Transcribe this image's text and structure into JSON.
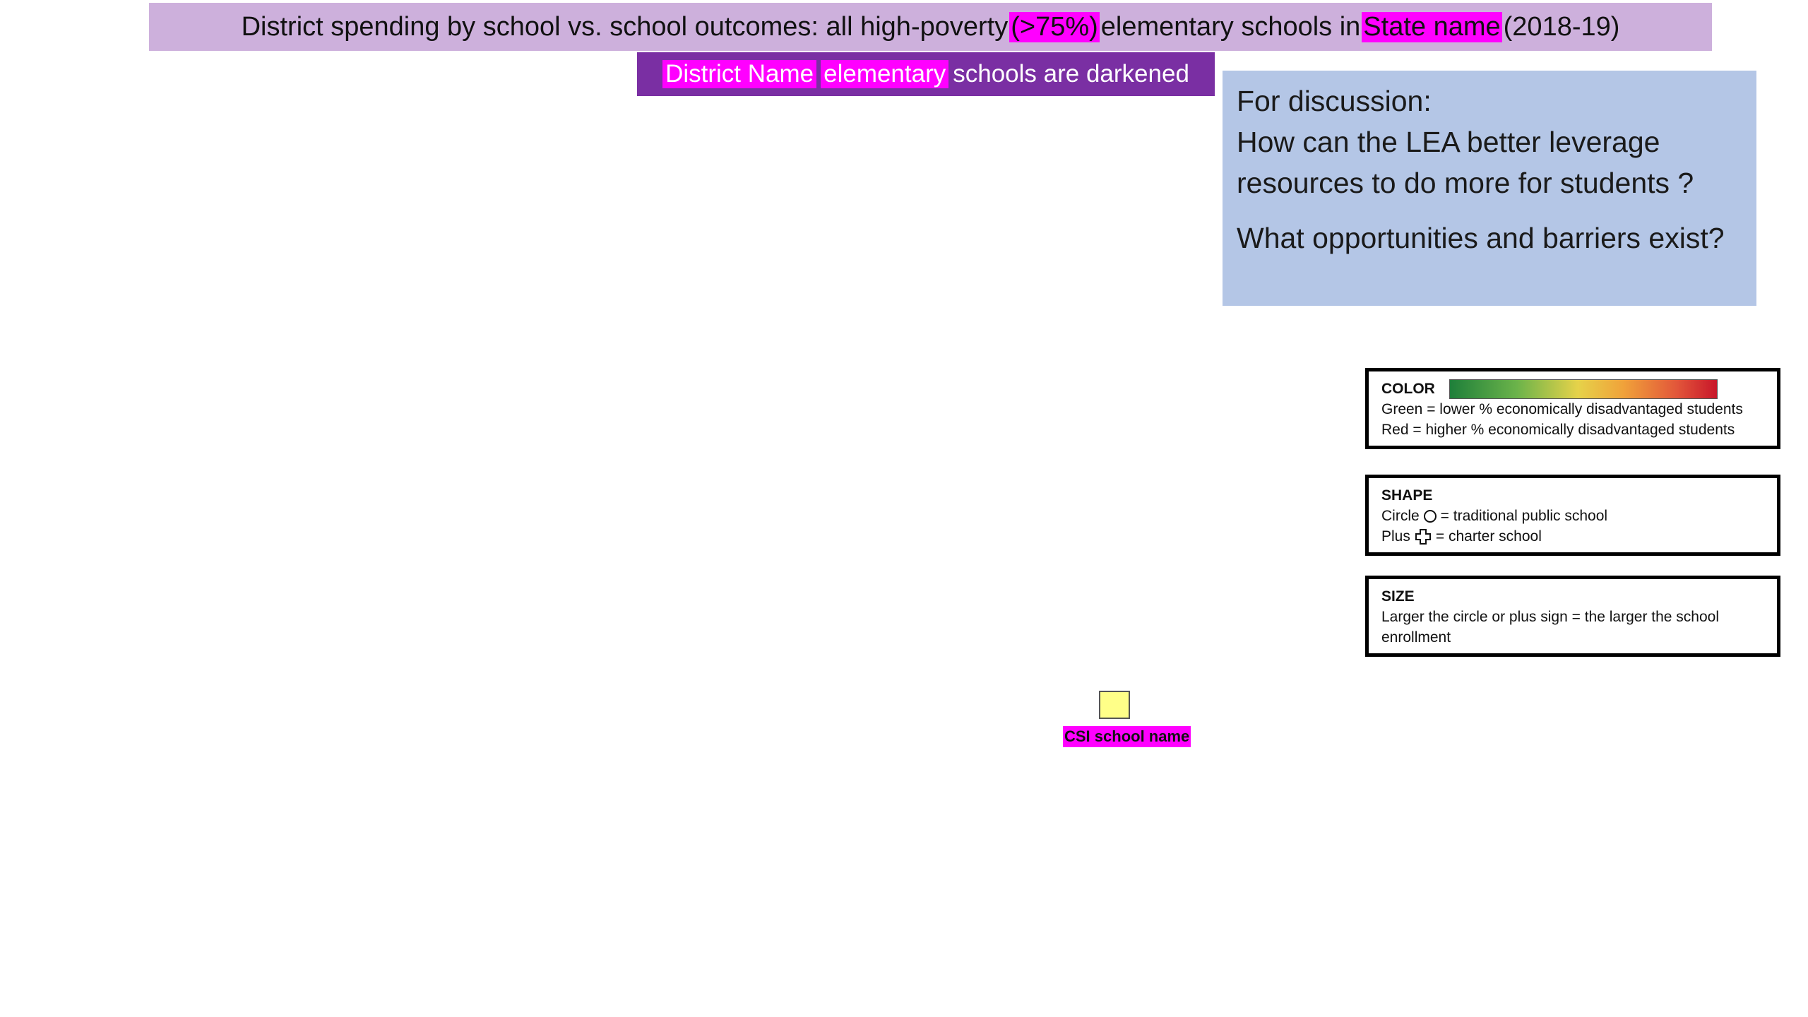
{
  "title": {
    "part1": "District spending by school vs. school outcomes: all high-poverty",
    "highlight1": "(>75%)",
    "part2": "elementary schools in",
    "highlight2": "State name",
    "part3": "(2018-19)"
  },
  "subtitle": {
    "highlight1": "District Name",
    "highlight2": "elementary",
    "rest": "schools are darkened"
  },
  "discussion": {
    "heading": "For discussion:",
    "question1": "How can the LEA better leverage resources to do more for students ?",
    "question2": "What opportunities and barriers exist?"
  },
  "legend": {
    "color": {
      "heading": "COLOR",
      "line1": "Green = lower % economically disadvantaged students",
      "line2": "Red = higher % economically disadvantaged students"
    },
    "shape": {
      "heading": "SHAPE",
      "circle_prefix": "Circle",
      "circle_suffix": "= traditional public school",
      "plus_prefix": "Plus",
      "plus_suffix": "= charter school"
    },
    "size": {
      "heading": "SIZE",
      "line1": "Larger the circle or plus sign = the larger the school enrollment"
    }
  },
  "marker": {
    "label": "CSI school name",
    "color": "#ffff88"
  },
  "colors": {
    "title_bg": "#cdb0dc",
    "subtitle_bg": "#7a2fa3",
    "highlight": "#ff00ff",
    "discussion_bg": "#b4c6e6"
  }
}
